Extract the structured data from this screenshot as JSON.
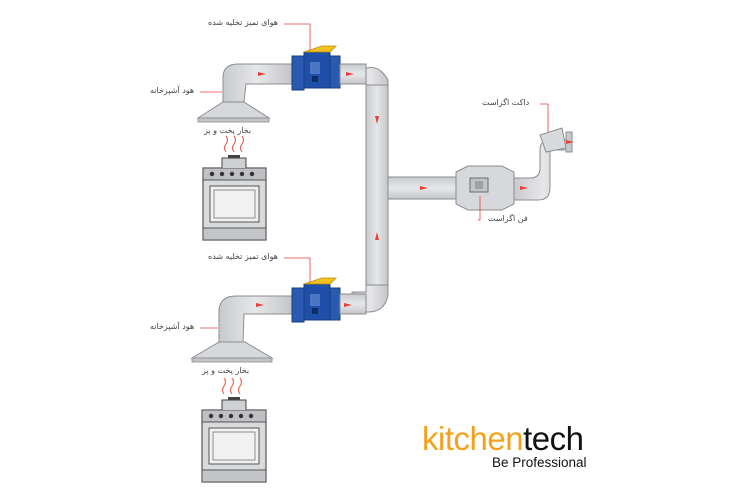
{
  "labels": {
    "clean_air_top": "هوای تمیز تخلیه شده",
    "clean_air_bottom": "هوای تمیز تخلیه شده",
    "hood_top": "هود آشپزخانه",
    "hood_bottom": "هود آشپزخانه",
    "steam_top": "بخار پخت و پز",
    "steam_bottom": "بخار پخت و پز",
    "exhaust_duct": "داکت اگزاست",
    "exhaust_fan": "فن اگزاست"
  },
  "brand": {
    "part1": "kitchen",
    "part2": "tech",
    "tagline": "Be Professional"
  },
  "colors": {
    "duct_fill": "#dcdcdf",
    "duct_stroke": "#8a8d92",
    "filter_blue": "#1f4fa8",
    "filter_yellow": "#f2c21a",
    "arrow_red": "#e8403a",
    "callout_red": "#e8403a",
    "steam_red": "#e46a5e",
    "brand_orange": "#f4a21b"
  }
}
